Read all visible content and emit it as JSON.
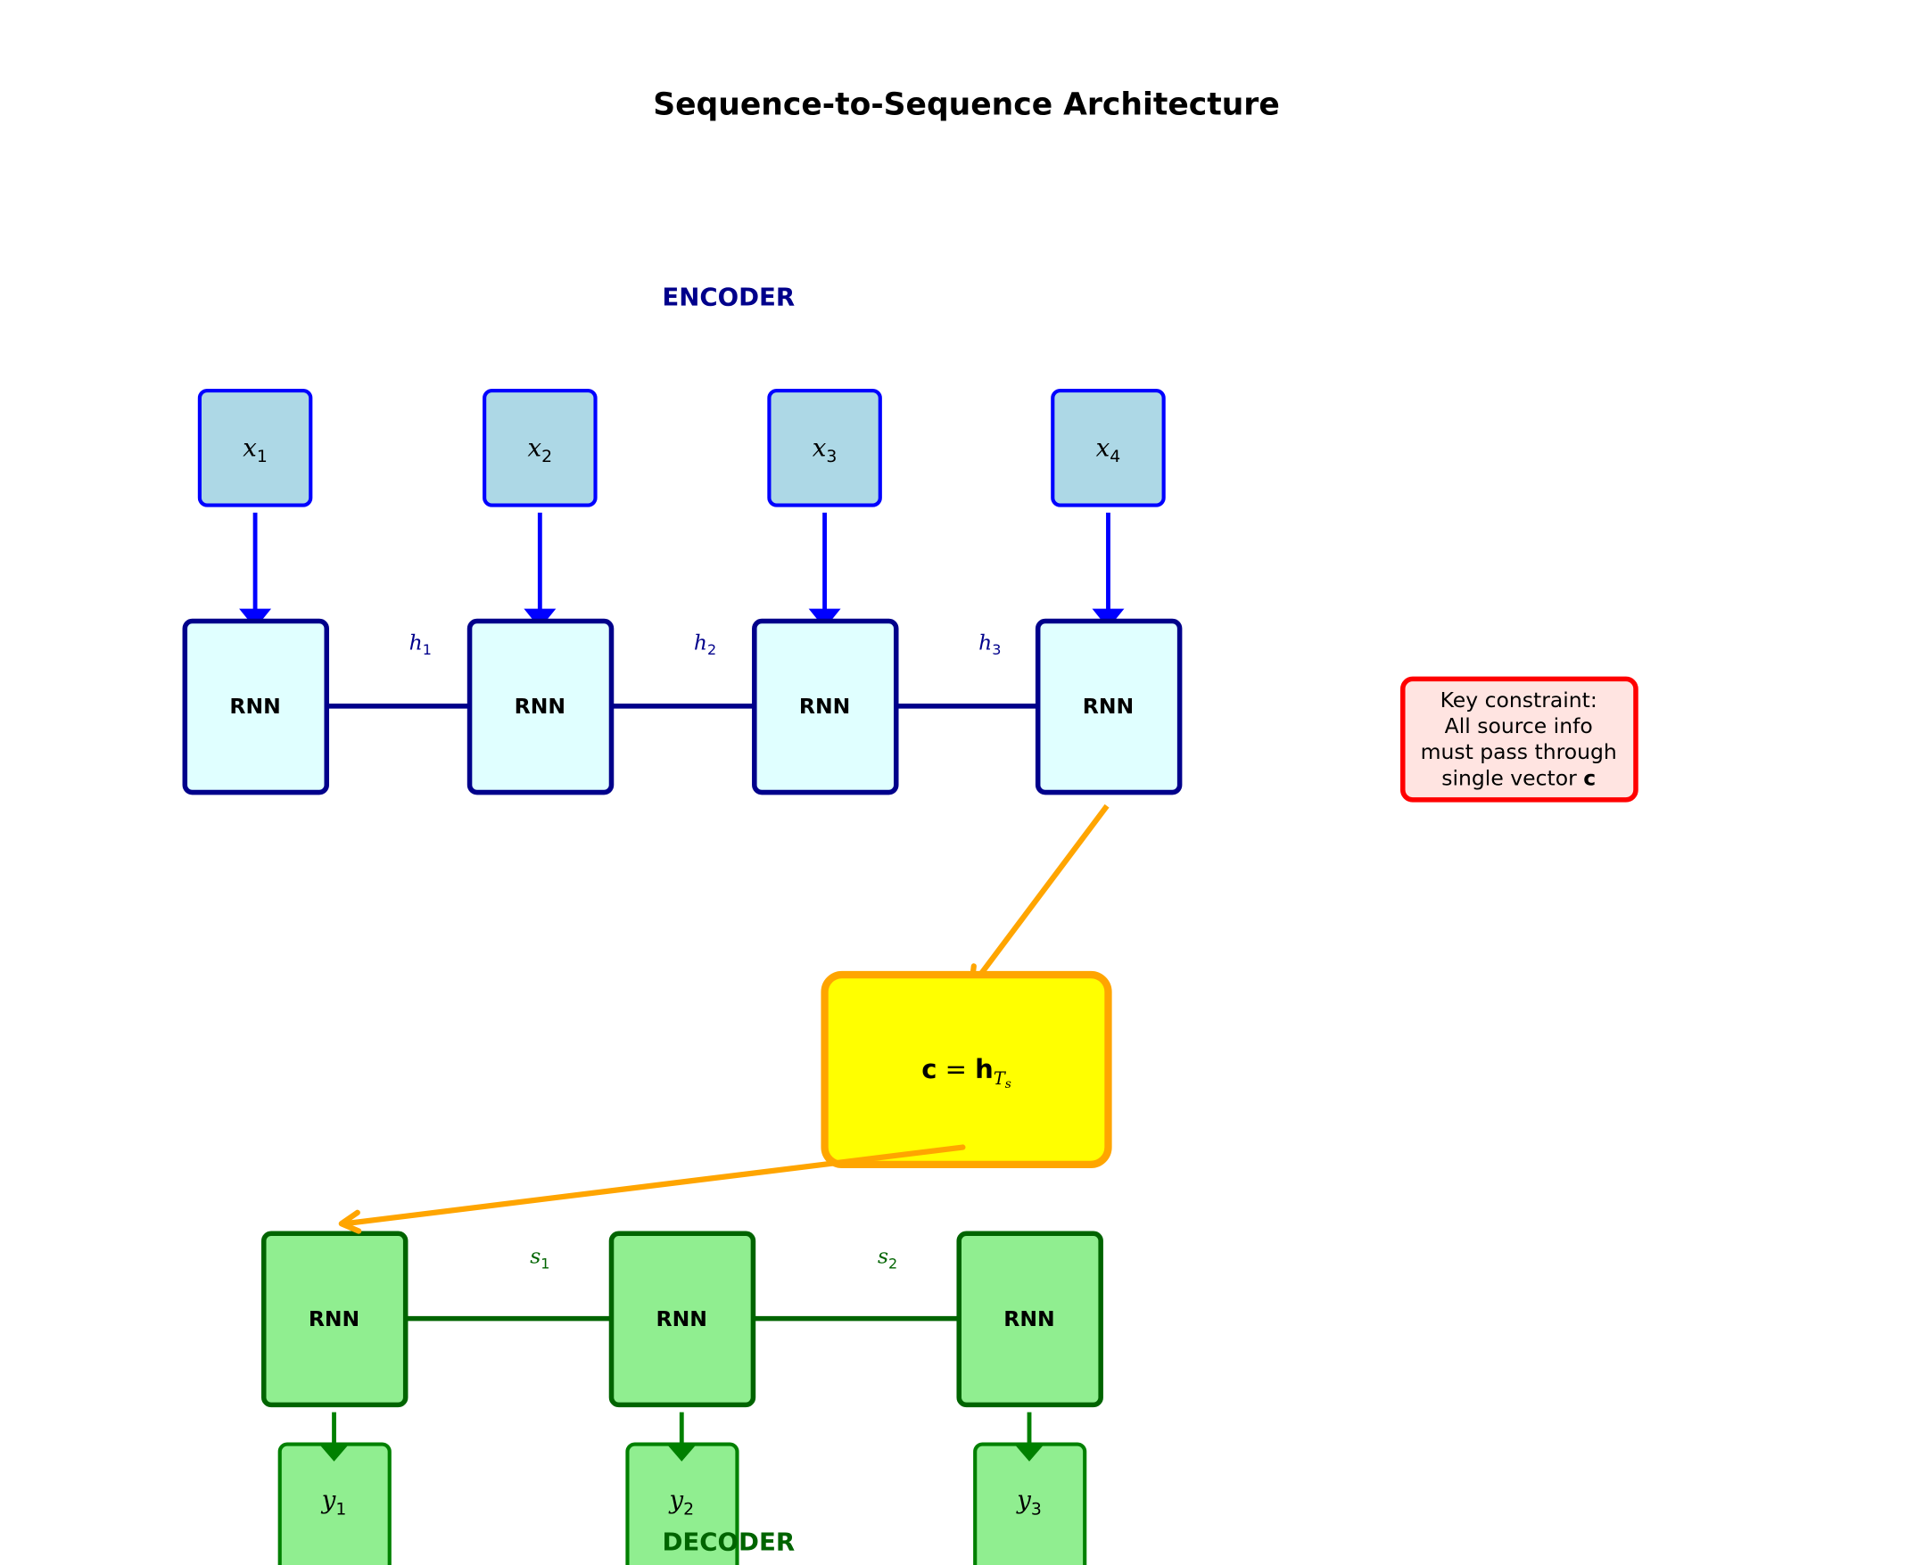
{
  "title": "Sequence-to-Sequence Architecture",
  "encoder": {
    "label": "ENCODER",
    "inputs": [
      {
        "base": "x",
        "sub": "1"
      },
      {
        "base": "x",
        "sub": "2"
      },
      {
        "base": "x",
        "sub": "3"
      },
      {
        "base": "x",
        "sub": "4"
      }
    ],
    "cells": [
      "RNN",
      "RNN",
      "RNN",
      "RNN"
    ],
    "hidden": [
      {
        "base": "h",
        "sub": "1"
      },
      {
        "base": "h",
        "sub": "2"
      },
      {
        "base": "h",
        "sub": "3"
      }
    ]
  },
  "context": {
    "lhs": "c",
    "eq": " = ",
    "rhs": "h",
    "sub": "T",
    "subsub": "s"
  },
  "decoder": {
    "label": "DECODER",
    "cells": [
      "RNN",
      "RNN",
      "RNN"
    ],
    "hidden": [
      {
        "base": "s",
        "sub": "1"
      },
      {
        "base": "s",
        "sub": "2"
      }
    ],
    "outputs": [
      {
        "base": "y",
        "sub": "1"
      },
      {
        "base": "y",
        "sub": "2"
      },
      {
        "base": "y",
        "sub": "3"
      }
    ]
  },
  "note": {
    "lines": [
      "Key constraint:",
      "All source info",
      "must pass through",
      "single vector "
    ],
    "bold_tail": "c"
  },
  "colors": {
    "encoder": "#00008b",
    "input_fill": "#add8e6",
    "input_stroke": "#0000ff",
    "enc_fill": "#e0ffff",
    "context_fill": "#ffff00",
    "context_stroke": "#ffa500",
    "dec_fill": "#90ee90",
    "dec_stroke": "#006400",
    "dec_arrow": "#008000",
    "note_fill": "#ffe4e1",
    "note_stroke": "#ff0000"
  }
}
